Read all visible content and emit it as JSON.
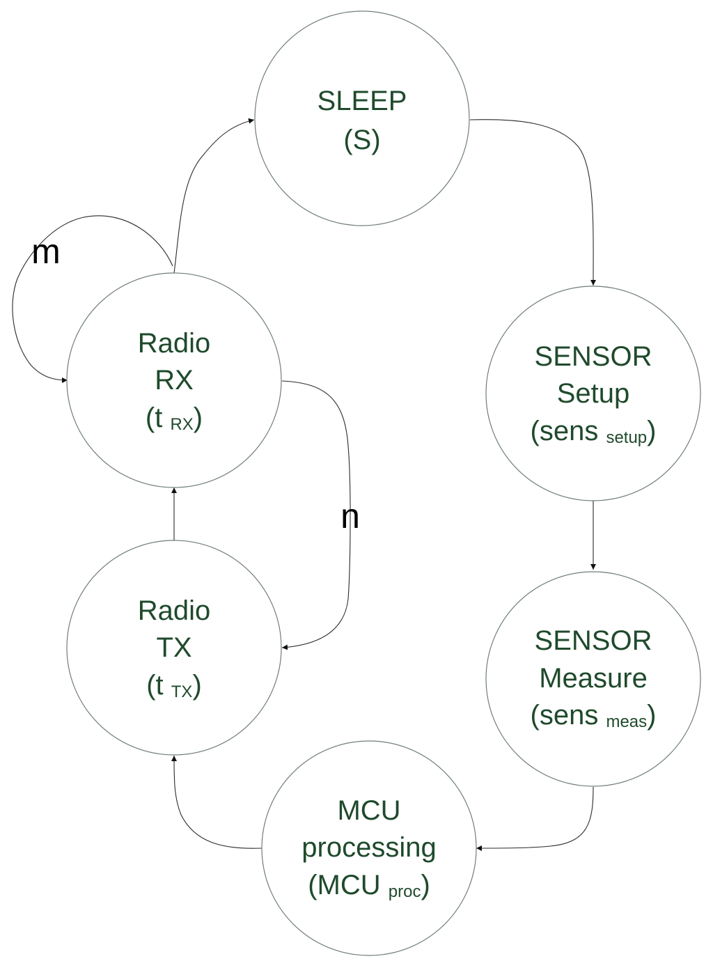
{
  "diagram": {
    "nodes": {
      "sleep": {
        "line1": "SLEEP",
        "line2": "(S)"
      },
      "sensor_setup": {
        "line1": "SENSOR",
        "line2": "Setup",
        "line3_main": "(sens ",
        "line3_sub": "setup",
        "line3_end": ")"
      },
      "sensor_measure": {
        "line1": "SENSOR",
        "line2": "Measure",
        "line3_main": "(sens ",
        "line3_sub": "meas",
        "line3_end": ")"
      },
      "mcu": {
        "line1": "MCU",
        "line2": "processing",
        "line3_main": "(MCU ",
        "line3_sub": "proc",
        "line3_end": ")"
      },
      "radio_tx": {
        "line1": "Radio",
        "line2": "TX",
        "line3_main": "(t ",
        "line3_sub": "TX",
        "line3_end": ")"
      },
      "radio_rx": {
        "line1": "Radio",
        "line2": "RX",
        "line3_main": "(t ",
        "line3_sub": "RX",
        "line3_end": ")"
      }
    },
    "edge_labels": {
      "rx_self_loop": "m",
      "rx_to_tx": "n"
    }
  }
}
